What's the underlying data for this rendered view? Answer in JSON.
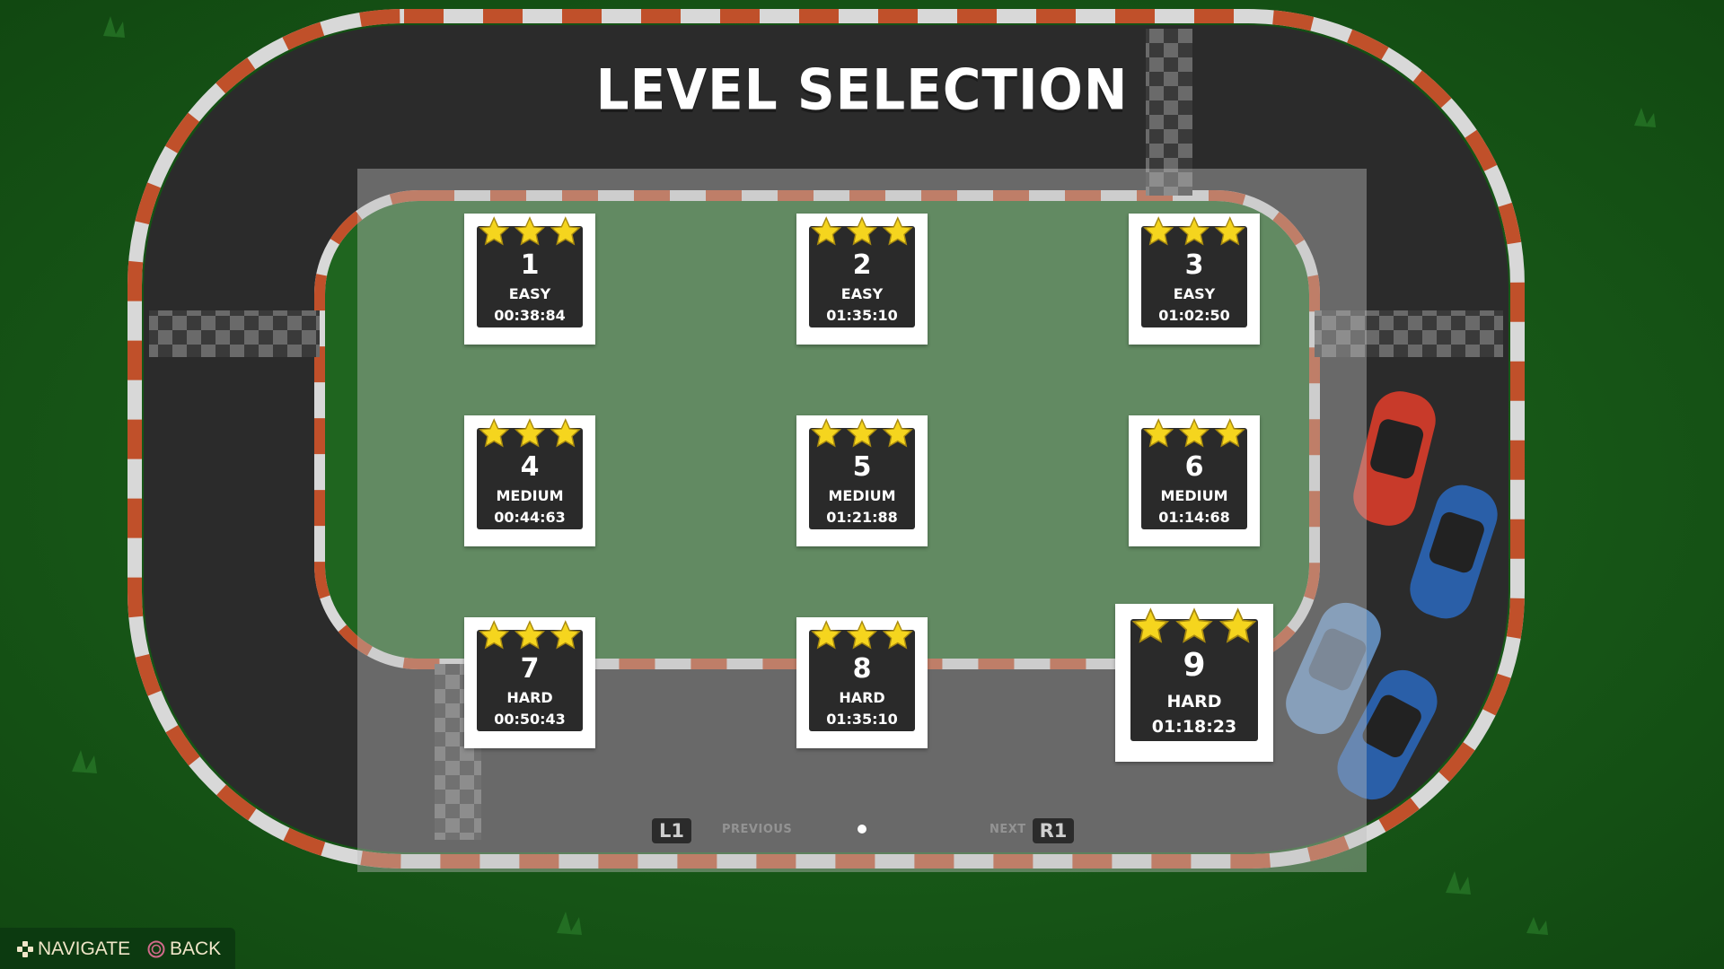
{
  "title": "LEVEL SELECTION",
  "levels": [
    {
      "number": "1",
      "difficulty": "EASY",
      "time": "00:38:84",
      "stars": 3
    },
    {
      "number": "2",
      "difficulty": "EASY",
      "time": "01:35:10",
      "stars": 3
    },
    {
      "number": "3",
      "difficulty": "EASY",
      "time": "01:02:50",
      "stars": 3
    },
    {
      "number": "4",
      "difficulty": "MEDIUM",
      "time": "00:44:63",
      "stars": 3
    },
    {
      "number": "5",
      "difficulty": "MEDIUM",
      "time": "01:21:88",
      "stars": 3
    },
    {
      "number": "6",
      "difficulty": "MEDIUM",
      "time": "01:14:68",
      "stars": 3
    },
    {
      "number": "7",
      "difficulty": "HARD",
      "time": "00:50:43",
      "stars": 3
    },
    {
      "number": "8",
      "difficulty": "HARD",
      "time": "01:35:10",
      "stars": 3
    },
    {
      "number": "9",
      "difficulty": "HARD",
      "time": "01:18:23",
      "stars": 3,
      "selected": true
    }
  ],
  "pager": {
    "prev_button": "L1",
    "prev_label": "PREVIOUS",
    "next_label": "NEXT",
    "next_button": "R1",
    "current_page": 1,
    "total_pages": 1
  },
  "hints": {
    "navigate": "NAVIGATE",
    "back": "BACK",
    "navigate_icon": "dpad-icon",
    "back_icon": "circle-button-icon"
  },
  "colors": {
    "grass": "#1a5a1a",
    "asphalt": "#2b2b2b",
    "curb_red": "#c0502a",
    "curb_white": "#d8d8d8",
    "star": "#f5d51e",
    "car_red": "#c83a2a",
    "car_blue": "#2a5fa8"
  }
}
